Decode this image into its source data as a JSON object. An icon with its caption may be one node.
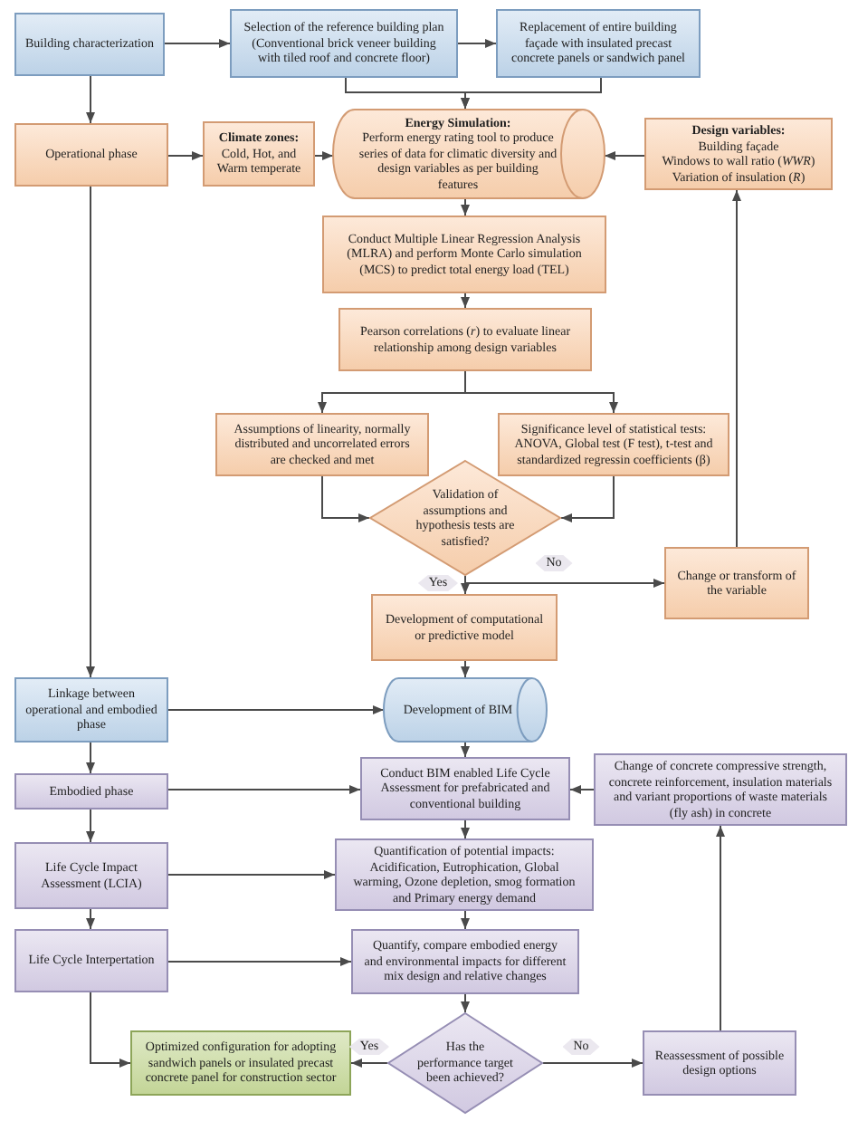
{
  "diagram": {
    "nodes": [
      {
        "text": [
          "Building characterization"
        ]
      },
      {
        "text": [
          "Selection of the reference building plan (Conventional brick veneer building with tiled roof and concrete floor)"
        ]
      },
      {
        "text": [
          "Replacement of entire building façade with insulated precast concrete panels or sandwich panel"
        ]
      },
      {
        "text": [
          "Operational phase"
        ]
      },
      {
        "text": [
          "Climate zones:",
          "Cold, Hot, and Warm temperate"
        ]
      },
      {
        "text": [
          "Energy Simulation:",
          "Perform energy rating tool to produce series of data for climatic diversity and design variables as per building features"
        ]
      },
      {
        "text": [
          "Design variables:",
          "Building façade",
          "Windows to wall ratio (*WWR*)",
          "Variation of insulation (*R*)"
        ]
      },
      {
        "text": [
          "Conduct Multiple Linear Regression Analysis (MLRA) and perform Monte Carlo simulation (MCS) to predict total energy load (TEL)"
        ]
      },
      {
        "text": [
          "Pearson correlations (*r*) to evaluate linear relationship among design variables"
        ]
      },
      {
        "text": [
          "Assumptions of linearity, normally distributed and uncorrelated errors are checked and met"
        ]
      },
      {
        "text": [
          "Significance level of statistical tests: ANOVA, Global test (F test), t-test and standardized regressin coefficients (β)"
        ]
      },
      {
        "text": [
          "Validation of assumptions and hypothesis tests are satisfied?"
        ]
      },
      {
        "text": [
          "Change or transform of the variable"
        ]
      },
      {
        "text": [
          "Development of computational or predictive model"
        ]
      },
      {
        "text": [
          "Linkage between operational and embodied phase"
        ]
      },
      {
        "text": [
          "Development of BIM"
        ]
      },
      {
        "text": [
          "Embodied phase"
        ]
      },
      {
        "text": [
          "Conduct BIM enabled Life Cycle Assessment for prefabricated and conventional building"
        ]
      },
      {
        "text": [
          "Change of concrete compressive strength, concrete reinforcement, insulation materials and variant proportions of waste materials (fly ash) in concrete"
        ]
      },
      {
        "text": [
          "Life Cycle Impact Assessment (LCIA)"
        ]
      },
      {
        "text": [
          "Quantification of potential impacts: Acidification, Eutrophication, Global warming, Ozone depletion, smog formation and Primary energy demand"
        ]
      },
      {
        "text": [
          "Life Cycle Interpertation"
        ]
      },
      {
        "text": [
          "Quantify, compare embodied energy and environmental impacts for different mix design and relative changes"
        ]
      },
      {
        "text": [
          "Optimized configuration for adopting sandwich panels or insulated precast concrete panel for construction sector"
        ]
      },
      {
        "text": [
          "Has the performance target been achieved?"
        ]
      },
      {
        "text": [
          "Reassessment of possible design options"
        ]
      }
    ],
    "edges": [
      {
        "from": 0,
        "to": 1,
        "arrow": "to"
      },
      {
        "from": 1,
        "to": 2,
        "arrow": "to"
      },
      {
        "from": 1,
        "to": 5,
        "arrow": "to"
      },
      {
        "from": 2,
        "to": 5,
        "arrow": "to"
      },
      {
        "from": 0,
        "to": 3,
        "arrow": "to"
      },
      {
        "from": 3,
        "to": 4,
        "arrow": "to"
      },
      {
        "from": 4,
        "to": 5,
        "arrow": "to"
      },
      {
        "from": 6,
        "to": 5,
        "arrow": "to"
      },
      {
        "from": 5,
        "to": 7,
        "arrow": "to"
      },
      {
        "from": 7,
        "to": 8,
        "arrow": "to"
      },
      {
        "from": 8,
        "to": 9,
        "arrow": "to"
      },
      {
        "from": 8,
        "to": 10,
        "arrow": "to"
      },
      {
        "from": 9,
        "to": 11,
        "arrow": "to"
      },
      {
        "from": 10,
        "to": 11,
        "arrow": "to"
      },
      {
        "from": 11,
        "to": 13,
        "arrow": "to",
        "label": "Yes"
      },
      {
        "from": 11,
        "to": 12,
        "arrow": "to",
        "label": "No"
      },
      {
        "from": 12,
        "to": 6,
        "arrow": "to"
      },
      {
        "from": 3,
        "to": 14,
        "arrow": "to"
      },
      {
        "from": 13,
        "to": 15,
        "arrow": "to"
      },
      {
        "from": 14,
        "to": 15,
        "arrow": "to"
      },
      {
        "from": 15,
        "to": 17,
        "arrow": "to"
      },
      {
        "from": 14,
        "to": 16,
        "arrow": "to"
      },
      {
        "from": 16,
        "to": 17,
        "arrow": "to"
      },
      {
        "from": 18,
        "to": 17,
        "arrow": "to"
      },
      {
        "from": 17,
        "to": 20,
        "arrow": "to"
      },
      {
        "from": 16,
        "to": 19,
        "arrow": "to"
      },
      {
        "from": 19,
        "to": 20,
        "arrow": "to"
      },
      {
        "from": 20,
        "to": 22,
        "arrow": "to"
      },
      {
        "from": 19,
        "to": 21,
        "arrow": "to"
      },
      {
        "from": 21,
        "to": 22,
        "arrow": "to"
      },
      {
        "from": 22,
        "to": 24,
        "arrow": "to"
      },
      {
        "from": 21,
        "to": 23,
        "arrow": "to"
      },
      {
        "from": 24,
        "to": 23,
        "arrow": "to",
        "label": "Yes"
      },
      {
        "from": 24,
        "to": 25,
        "arrow": "to",
        "label": "No"
      },
      {
        "from": 25,
        "to": 18,
        "arrow": "to"
      }
    ]
  }
}
